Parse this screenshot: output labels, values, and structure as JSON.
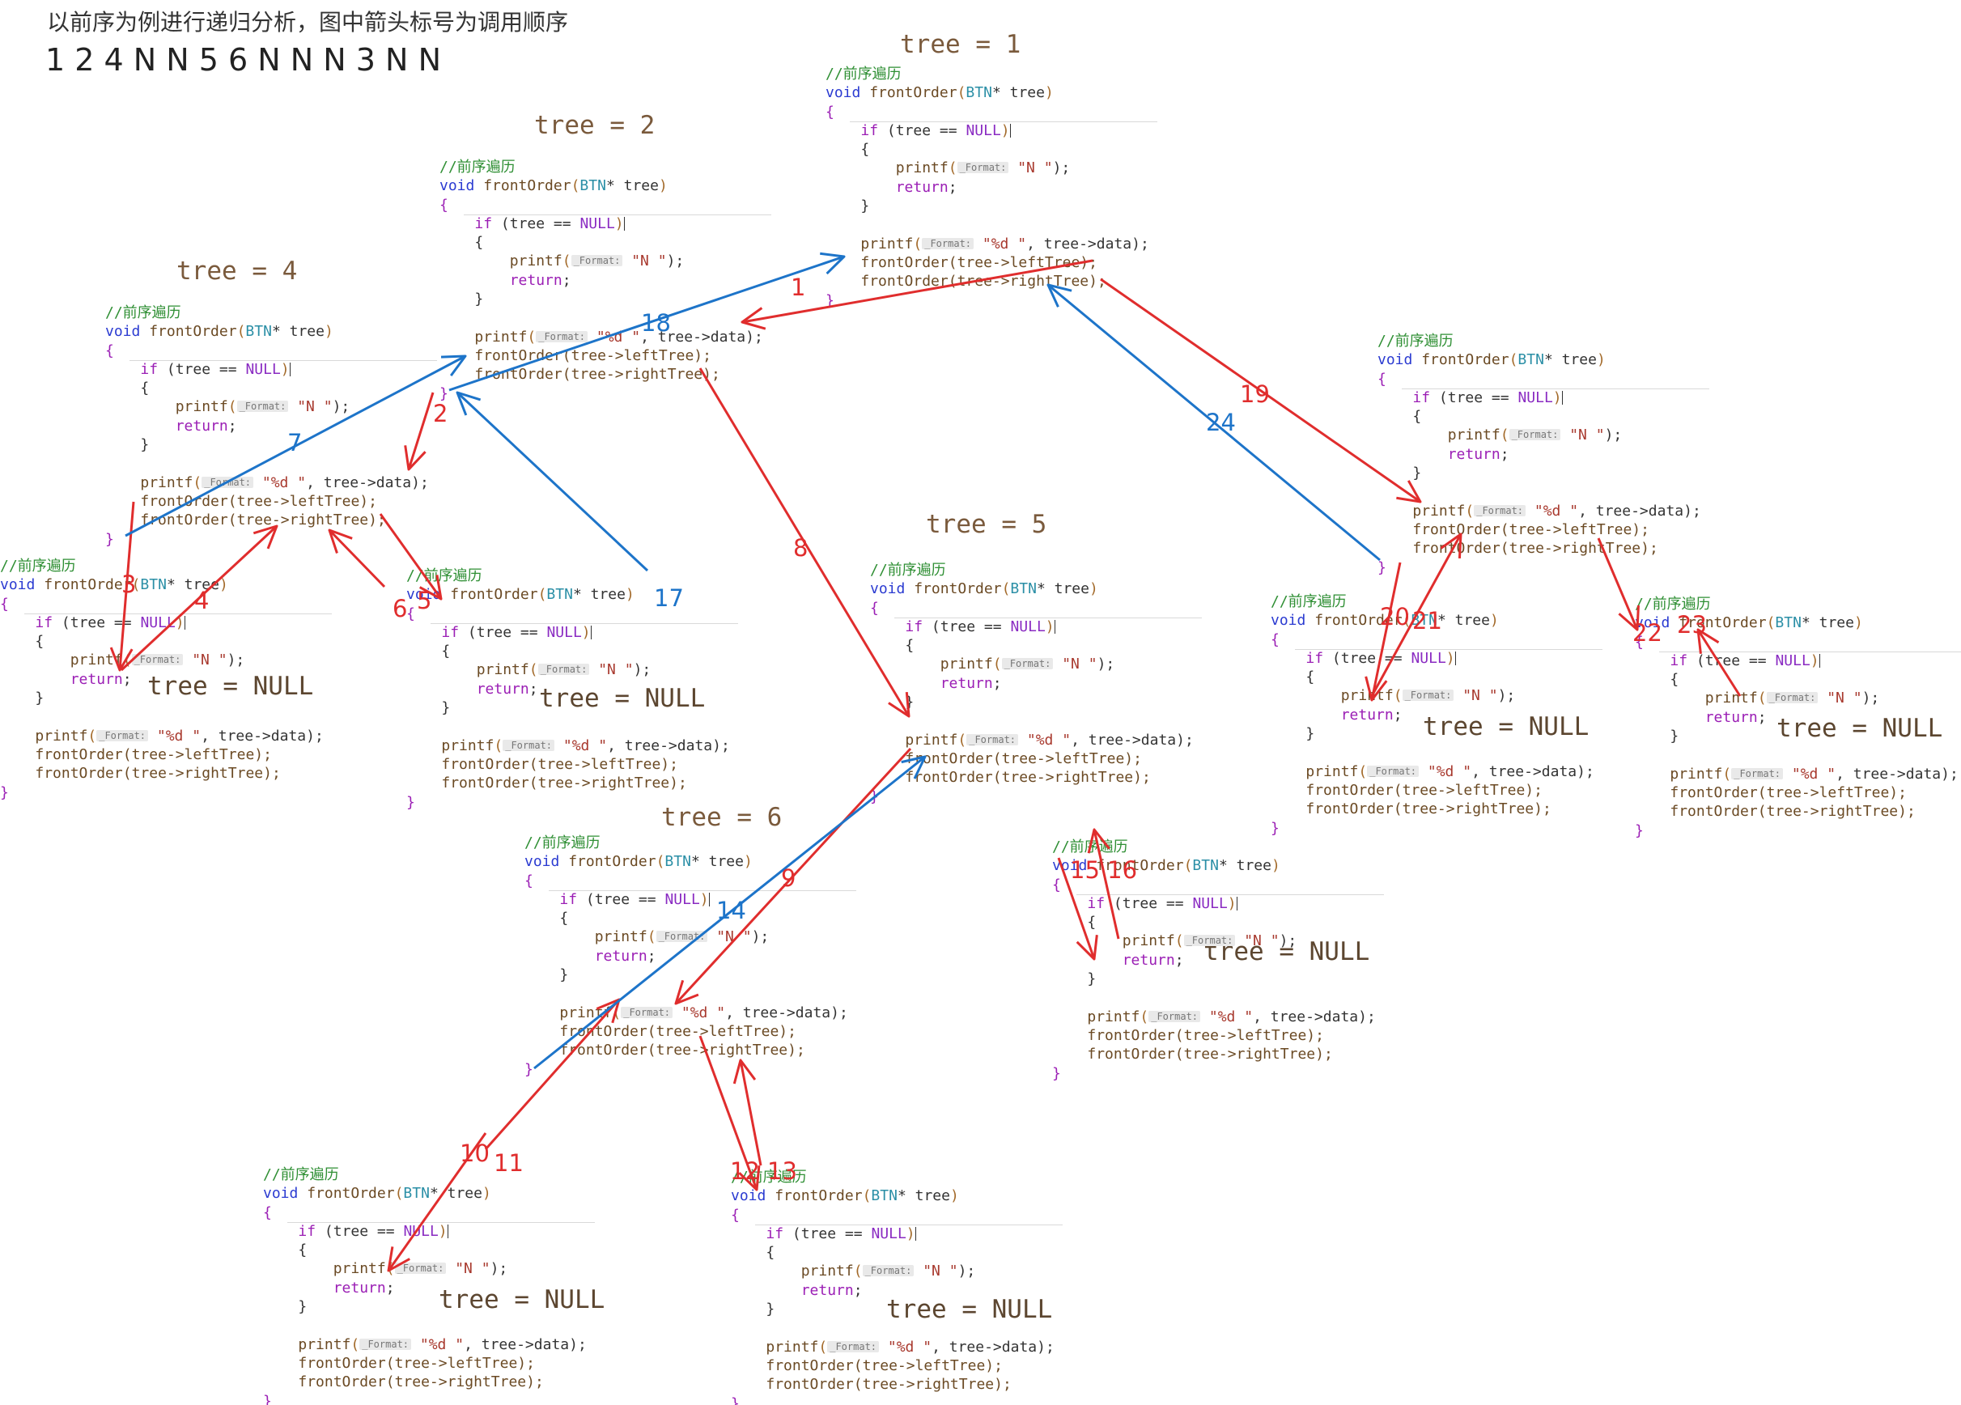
{
  "heading": "以前序为例进行递归分析，图中箭头标号为调用顺序",
  "sequence": "1 2 4 N N 5 6 N N N 3 N N",
  "code": {
    "comment": "//前序遍历",
    "kw_void": "void",
    "fn_name": "frontOrder",
    "type": "BTN",
    "param_star": "* ",
    "param": "tree",
    "open_paren": "(",
    "close_paren": ")",
    "open_brace": "{",
    "close_brace": "}",
    "kw_if": "if",
    "cond_left": "(tree == ",
    "null_kw": "NULL",
    "printf": "printf",
    "format_hint": "_Format:",
    "str_n": "\"N \"",
    "str_d": "\"%d \"",
    "return_kw": "return",
    "tree_data": "tree->data",
    "left_call": "frontOrder(tree->leftTree);",
    "right_call": "frontOrder(tree->rightTree);"
  },
  "titles": [
    {
      "key": "tree1",
      "text": "tree = 1"
    },
    {
      "key": "tree2",
      "text": "tree = 2"
    },
    {
      "key": "tree4",
      "text": "tree = 4"
    },
    {
      "key": "tree5",
      "text": "tree = 5"
    },
    {
      "key": "tree6",
      "text": "tree = 6"
    }
  ],
  "null_label": "tree = NULL",
  "arrow_colors": {
    "call": "#e02d2d",
    "return": "#1d74c9"
  },
  "step_labels": {
    "s1": "1",
    "s2": "2",
    "s3": "3",
    "s4": "4",
    "s5": "5",
    "s6": "6",
    "s7": "7",
    "s8": "8",
    "s9": "9",
    "s10": "10",
    "s11": "11",
    "s12": "12",
    "s13": "13",
    "s14": "14",
    "s1516": "15 16",
    "s17": "17",
    "s18": "18",
    "s19": "19",
    "s20": "20",
    "s21": "21",
    "s22": "22",
    "s23": "23",
    "s24": "24"
  }
}
